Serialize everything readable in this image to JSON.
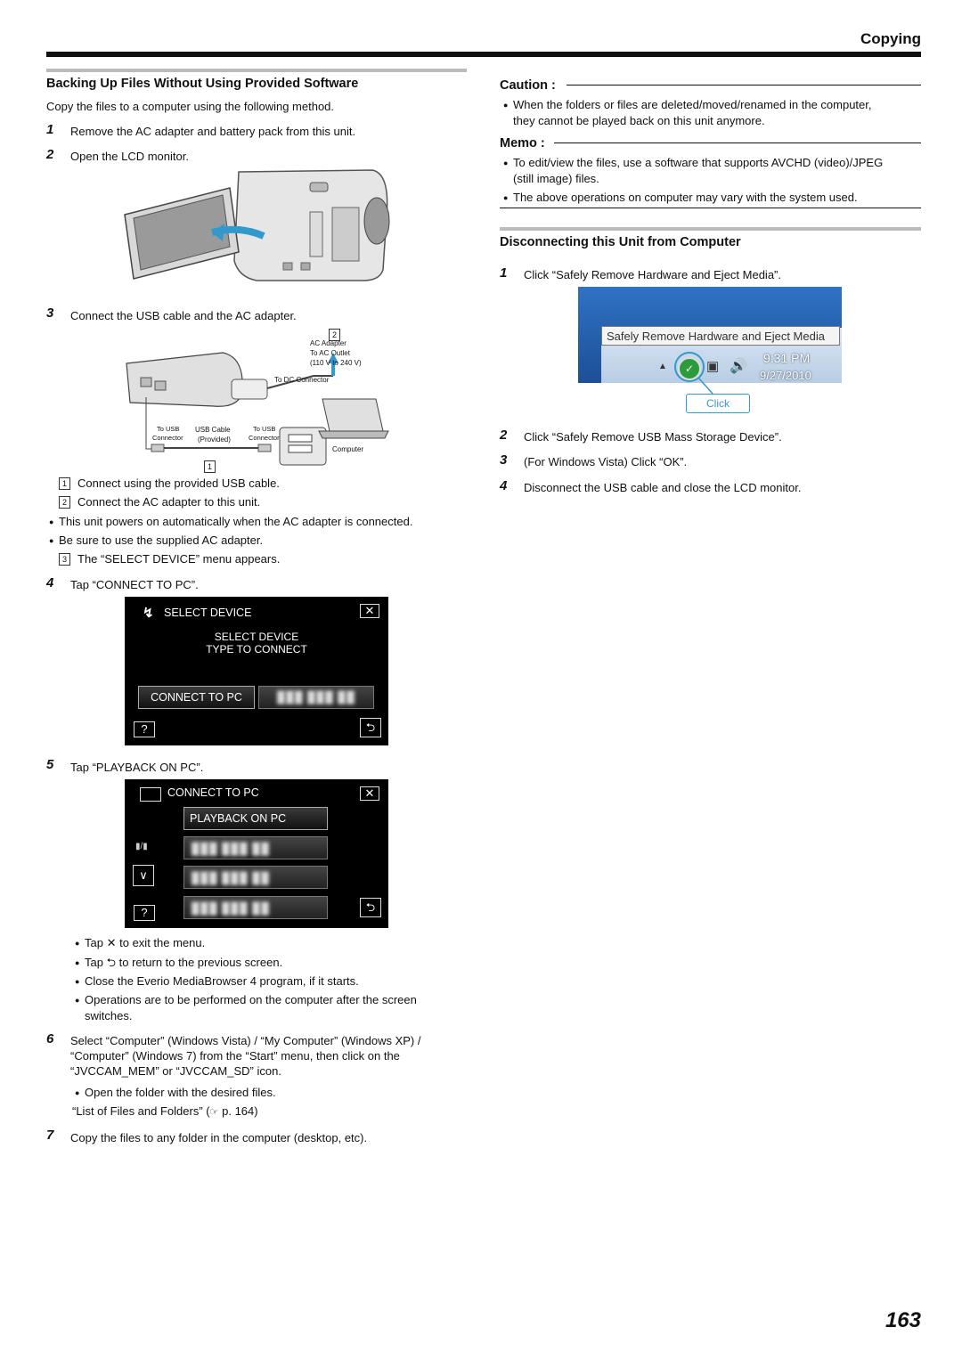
{
  "header": {
    "title": "Copying",
    "page_number": "163"
  },
  "left": {
    "section_title": "Backing Up Files Without Using Provided Software",
    "intro": "Copy the files to a computer using the following method.",
    "step1": {
      "num": "1",
      "text": "Remove the AC adapter and battery pack from this unit."
    },
    "step2": {
      "num": "2",
      "text": "Open the LCD monitor."
    },
    "step3": {
      "num": "3",
      "text": "Connect the USB cable and the AC adapter."
    },
    "diagram": {
      "label_ac_adapter": "AC Adapter",
      "label_ac_outlet": "To AC Outlet",
      "label_voltage": "(110 V to 240 V)",
      "label_dc": "To DC Connector",
      "label_to_usb_1": "To USB",
      "label_connector_1": "Connector",
      "label_usb_cable": "USB Cable",
      "label_provided": "(Provided)",
      "label_to_usb_2": "To USB",
      "label_connector_2": "Connector",
      "label_computer": "Computer",
      "marker_1": "1",
      "marker_2": "2"
    },
    "sub1": {
      "num": "1",
      "text": "Connect using the provided USB cable."
    },
    "sub2": {
      "num": "2",
      "text": "Connect the AC adapter to this unit."
    },
    "bullet_a": "This unit powers on automatically when the AC adapter is connected.",
    "bullet_b": "Be sure to use the supplied AC adapter.",
    "sub3": {
      "num": "3",
      "text": "The “SELECT DEVICE” menu appears."
    },
    "step4": {
      "num": "4",
      "text": "Tap “CONNECT TO PC”."
    },
    "screen1": {
      "title": "SELECT DEVICE",
      "line1": "SELECT DEVICE",
      "line2": "TYPE TO CONNECT",
      "btn_connect": "CONNECT TO PC",
      "btn_other": "███ ███ ██",
      "help": "?"
    },
    "step5": {
      "num": "5",
      "text": "Tap “PLAYBACK ON PC”."
    },
    "screen2": {
      "title": "CONNECT TO PC",
      "btn_playback": "PLAYBACK ON PC",
      "btn_blur1": "███ ███ ██",
      "btn_blur2": "███ ███ ██",
      "btn_blur3": "███ ███ ██",
      "side_label": "▮/▮",
      "help": "?"
    },
    "tap_exit_a": "Tap",
    "tap_exit_b": "to exit the menu.",
    "tap_return_a": "Tap",
    "tap_return_b": "to return to the previous screen.",
    "bullet_close": "Close the Everio MediaBrowser 4 program, if it starts.",
    "bullet_ops_1": "Operations are to be performed on the computer after the screen",
    "bullet_ops_2": "switches.",
    "step6": {
      "num": "6",
      "line1": "Select “Computer” (Windows Vista) / “My Computer” (Windows XP) /",
      "line2": "“Computer” (Windows 7) from the “Start” menu, then click on the",
      "line3": "“JVCCAM_MEM” or “JVCCAM_SD” icon."
    },
    "bullet_open": "Open the folder with the desired files.",
    "list_link_a": "“List of Files and Folders” (",
    "list_link_b": "p. 164)",
    "step7": {
      "num": "7",
      "text": "Copy the files to any folder in the computer (desktop, etc)."
    }
  },
  "right": {
    "caution_head": "Caution :",
    "caution_1": "When the folders or files are deleted/moved/renamed in the computer,",
    "caution_2": "they cannot be played back on this unit anymore.",
    "memo_head": "Memo :",
    "memo_1a": "To edit/view the files, use a software that supports AVCHD (video)/JPEG",
    "memo_1b": "(still image) files.",
    "memo_2": "The above operations on computer may vary with the system used.",
    "section_title": "Disconnecting this Unit from Computer",
    "step1": {
      "num": "1",
      "text": "Click “Safely Remove Hardware and Eject Media”."
    },
    "taskbar": {
      "tooltip": "Safely Remove Hardware and Eject Media",
      "time": "9:31 PM",
      "date": "9/27/2010",
      "click_label": "Click"
    },
    "step2": {
      "num": "2",
      "text": "Click “Safely Remove USB Mass Storage Device”."
    },
    "step3": {
      "num": "3",
      "text": "(For Windows Vista) Click “OK”."
    },
    "step4": {
      "num": "4",
      "text": "Disconnect the USB cable and close the LCD monitor."
    }
  }
}
